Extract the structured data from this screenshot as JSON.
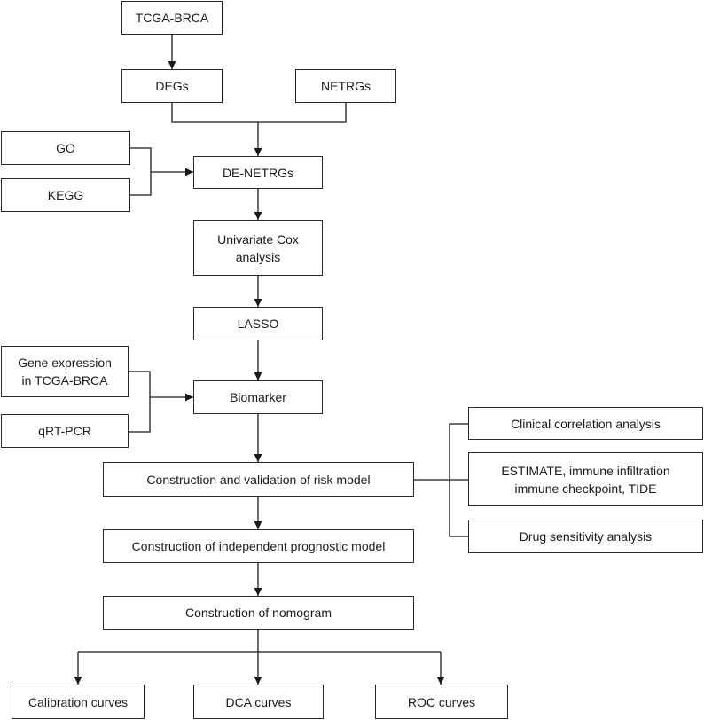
{
  "diagram": {
    "nodes": {
      "tcga_brca": "TCGA-BRCA",
      "degs": "DEGs",
      "netrgs": "NETRGs",
      "go": "GO",
      "kegg": "KEGG",
      "de_netrgs": "DE-NETRGs",
      "univariate_cox": [
        "Univariate Cox",
        "analysis"
      ],
      "lasso": "LASSO",
      "gene_expression": [
        "Gene expression",
        "in TCGA-BRCA"
      ],
      "qrt_pcr": "qRT-PCR",
      "biomarker": "Biomarker",
      "risk_model": "Construction and validation of risk model",
      "clinical_correlation": "Clinical correlation analysis",
      "estimate_immune": [
        "ESTIMATE, immune infiltration",
        "immune checkpoint, TIDE"
      ],
      "drug_sensitivity": "Drug sensitivity analysis",
      "independent_prognostic": "Construction of independent prognostic model",
      "nomogram": "Construction of nomogram",
      "calibration_curves": "Calibration curves",
      "dca_curves": "DCA curves",
      "roc_curves": "ROC curves"
    },
    "edges": [
      [
        "tcga_brca",
        "degs"
      ],
      [
        "degs",
        "de_netrgs"
      ],
      [
        "netrgs",
        "de_netrgs"
      ],
      [
        "go",
        "de_netrgs"
      ],
      [
        "kegg",
        "de_netrgs"
      ],
      [
        "de_netrgs",
        "univariate_cox"
      ],
      [
        "univariate_cox",
        "lasso"
      ],
      [
        "lasso",
        "biomarker"
      ],
      [
        "gene_expression",
        "biomarker"
      ],
      [
        "qrt_pcr",
        "biomarker"
      ],
      [
        "biomarker",
        "risk_model"
      ],
      [
        "risk_model",
        "clinical_correlation"
      ],
      [
        "risk_model",
        "estimate_immune"
      ],
      [
        "risk_model",
        "drug_sensitivity"
      ],
      [
        "risk_model",
        "independent_prognostic"
      ],
      [
        "independent_prognostic",
        "nomogram"
      ],
      [
        "nomogram",
        "calibration_curves"
      ],
      [
        "nomogram",
        "dca_curves"
      ],
      [
        "nomogram",
        "roc_curves"
      ]
    ]
  }
}
